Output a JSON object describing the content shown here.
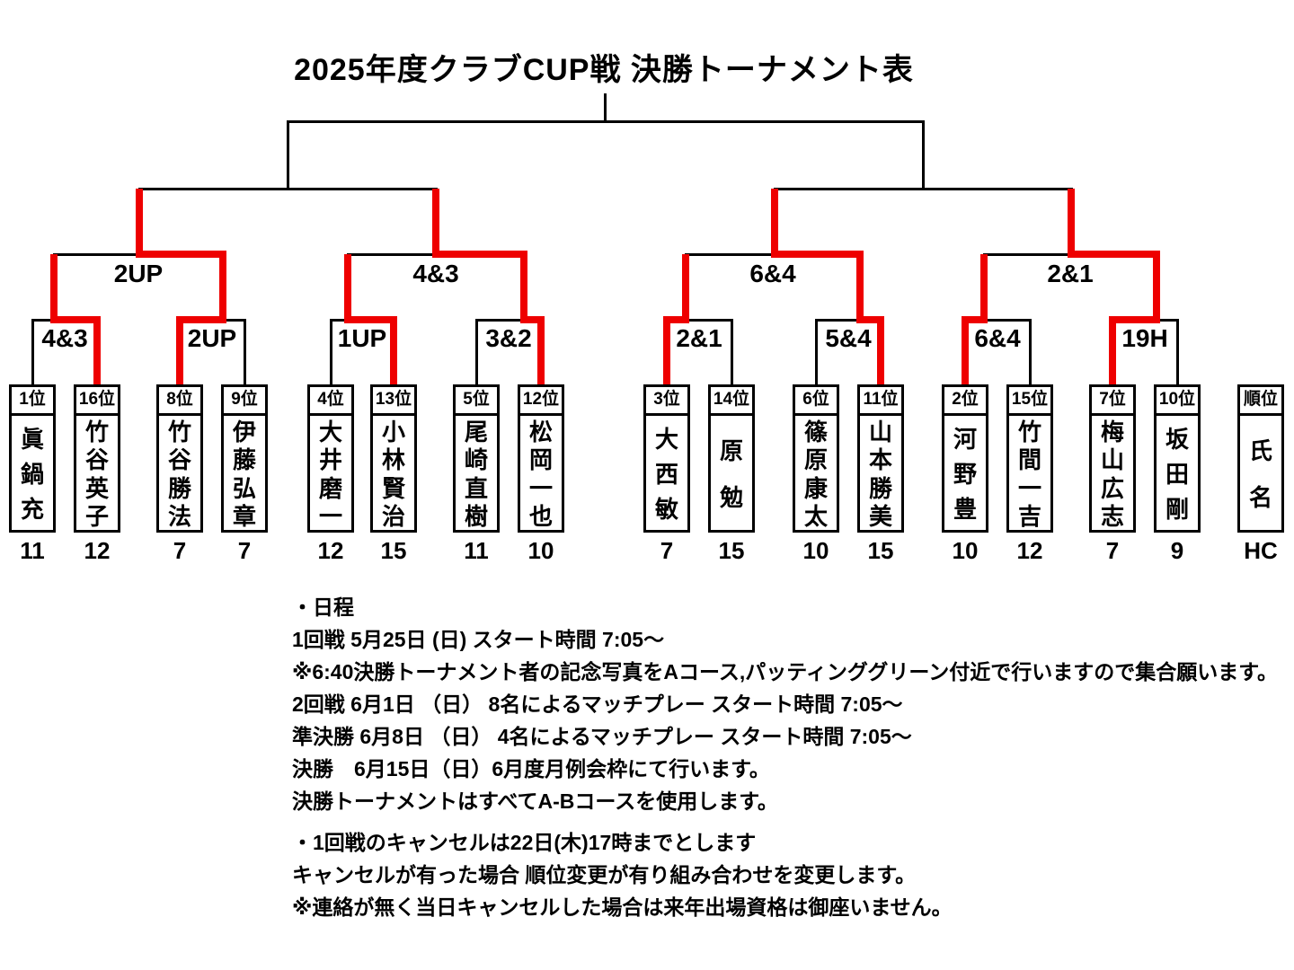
{
  "title": "2025年度クラブCUP戦 決勝トーナメント表",
  "colors": {
    "winner_path": "#ee0000",
    "line": "#000000",
    "background": "#ffffff"
  },
  "legend": {
    "rank": "順位",
    "name": "氏名",
    "hc": "HC"
  },
  "players": [
    {
      "rank": "1位",
      "name": "眞鍋充",
      "hc": "11"
    },
    {
      "rank": "16位",
      "name": "竹谷英子",
      "hc": "12"
    },
    {
      "rank": "8位",
      "name": "竹谷勝法",
      "hc": "7"
    },
    {
      "rank": "9位",
      "name": "伊藤弘章",
      "hc": "7"
    },
    {
      "rank": "4位",
      "name": "大井磨一",
      "hc": "12"
    },
    {
      "rank": "13位",
      "name": "小林賢治",
      "hc": "15"
    },
    {
      "rank": "5位",
      "name": "尾崎直樹",
      "hc": "11"
    },
    {
      "rank": "12位",
      "name": "松岡一也",
      "hc": "10"
    },
    {
      "rank": "3位",
      "name": "大西敏",
      "hc": "7"
    },
    {
      "rank": "14位",
      "name": "原勉",
      "hc": "15"
    },
    {
      "rank": "6位",
      "name": "篠原康太",
      "hc": "10"
    },
    {
      "rank": "11位",
      "name": "山本勝美",
      "hc": "15"
    },
    {
      "rank": "2位",
      "name": "河野豊",
      "hc": "10"
    },
    {
      "rank": "15位",
      "name": "竹間一吉",
      "hc": "12"
    },
    {
      "rank": "7位",
      "name": "梅山広志",
      "hc": "7"
    },
    {
      "rank": "10位",
      "name": "坂田剛",
      "hc": "9"
    }
  ],
  "round1_matches": [
    {
      "result": "4&3",
      "winner": 1
    },
    {
      "result": "2UP",
      "winner": 0
    },
    {
      "result": "1UP",
      "winner": 1
    },
    {
      "result": "3&2",
      "winner": 1
    },
    {
      "result": "2&1",
      "winner": 0
    },
    {
      "result": "5&4",
      "winner": 1
    },
    {
      "result": "6&4",
      "winner": 0
    },
    {
      "result": "19H",
      "winner": 0
    }
  ],
  "round2_matches": [
    {
      "result": "2UP",
      "winner": 1
    },
    {
      "result": "4&3",
      "winner": 1
    },
    {
      "result": "6&4",
      "winner": 1
    },
    {
      "result": "2&1",
      "winner": 1
    }
  ],
  "notes": {
    "schedule": [
      "・日程",
      "1回戦 5月25日 (日) スタート時間 7:05～",
      "※6:40決勝トーナメント者の記念写真をAコース,パッティンググリーン付近で行いますので集合願います。",
      "2回戦  6月1日 （日） 8名によるマッチプレー  スタート時間 7:05～",
      "準決勝 6月8日 （日） 4名によるマッチプレー  スタート時間 7:05～",
      "決勝　6月15日（日）6月度月例会枠にて行います。",
      "決勝トーナメントはすべてA-Bコースを使用します。"
    ],
    "cancellation": [
      "・1回戦のキャンセルは22日(木)17時までとします",
      "キャンセルが有った場合 順位変更が有り組み合わせを変更します。",
      "※連絡が無く当日キャンセルした場合は来年出場資格は御座いません。"
    ]
  }
}
